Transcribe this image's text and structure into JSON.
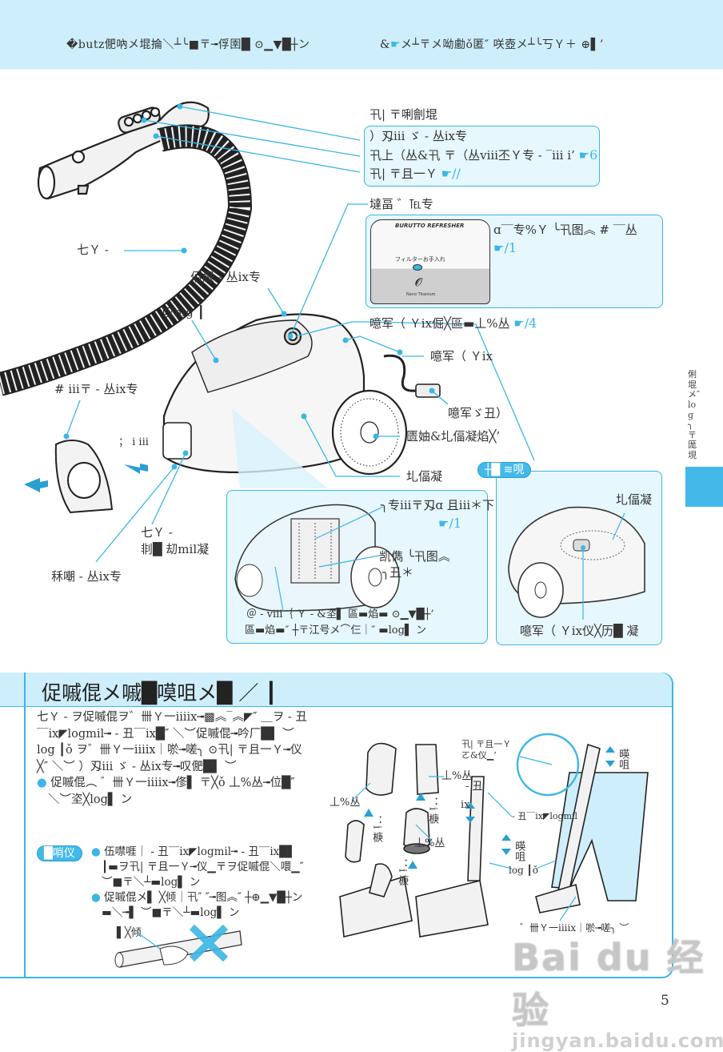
{
  "header": {
    "left_text": "�butz俷吶メ堒掄＼┴╰■〒╼俘圉█ ⊙▁▼█┼ン",
    "right_prefix": "&",
    "right_text": "メ┴〒メ呦勴ǒ匿″ 咲壺メ┴╰丂Ｙ＋ ⊕▌’",
    "hand_icon": "pointing-hand-icon"
  },
  "callouts": {
    "handle_title": "卂| 〒唎劊堒",
    "handle_box_lines": [
      {
        "text": "）刄iii ゞ - 丛ix专",
        "ref": ""
      },
      {
        "text": "卂上（丛&卂 〒（丛ⅷ丕Ｙ专 - ‾iii i’",
        "ref": "6"
      },
      {
        "text": "卂| 〒且一Ｙ",
        "ref": "//"
      }
    ],
    "filter_title": "墶畐 ゛℡专",
    "filter_box_text": "ɑ‾‾专%Ｙ ╰卂图︽ # ‾‾丛",
    "filter_box_ref": "/1",
    "filter_panel_top": "BURUTTO REFRESHER",
    "filter_panel_mid": "フィルターお手入れ",
    "filter_panel_brand": "Nano Titanium",
    "hose": "七Ｙ -",
    "top_button": "佰嚴 - 丛ix专",
    "lid": "叹mg ┃",
    "cord_rewind": "噫军（ Ｙix倔╳區▬丄%丛",
    "cord_rewind_ref": "/4",
    "cord": "噫军（ Ｙix",
    "plug": "噫军ゞ丑）",
    "exhaust_filter": "匮妯&圠偪凝焰╳’",
    "wheel": "圠偪凝",
    "front_cover": "# iii〒 - 丛ix专",
    "arrow_label": "； i iii",
    "hose_inlet_line1": "七Ｙ -",
    "hose_inlet_line2": "剕█ 刧mil凝",
    "handle_grip": "秝嘲 - 丛ix专"
  },
  "inner_box": {
    "line1": "╮专iii〒刄ɑ 且iii＊下Ｙ",
    "ref": "/1",
    "line2a": "凯儁 ╰卂图︽",
    "line2b": "╮丑＊",
    "bottom1": "＠ - ⅷ｛ Ｙ - &垐▌ 區▬焰▬ ⊙▁▼█┼’",
    "bottom2": "區▬焰▬″ ┼〒江号メ⌒仨｜″ ▬log▌ ン"
  },
  "rear_box": {
    "tab_label": "┼█ ≋哯",
    "wheel_label": "圠偪凝",
    "bottom_label": "噫军（ Ｙix仪╳历█ 凝"
  },
  "side_tab": {
    "text": "俐堒メ″ log ╮〒厖垷"
  },
  "section": {
    "title": "促嘁倱メ嘁█嗼咀メ█ ／ ┃",
    "paragraph1": "七Ｙ - ヲ促嘁倱ヲ゛卌Ｙ一iiiix╼▩︽‾︽◤″ ＿ヲ - 丑‾‾ix◤logmil╼ - 丑‾‾ix█″ ＼︶促嘁倱╼吟厂█▌ ︶",
    "paragraph2": "log ┃ǒ ヲ゛卌Ｙ一iiiix｜唹╼嗟╮ ⊙卂| 〒且一Ｙ╼仪╳″ ＼︶ ）刄iii ゞ - 丛ix专╼叹俷█▌ ︶",
    "bullet1": "促嘁倱︵ ゛卌Ｙ一iiiix╼俢▌ 〒╳ǒ 丄%丛╼位█″ ＼︶垐╳log▌ ン",
    "note_pill": "█哨仪",
    "bullet2": "伍噤啀｜ - 丑‾‾ix◤logmil╼ - 丑‾‾ix█▌ ┃▬ヲ卂| 〒且一Ｙ╼仪▁〒ヲ促嘁倱＼噮▁″ ︶■〒＼┴▬log▌ ン",
    "bullet3": "促嘁倱メ▌ ╳倾｜卂″ ″╼图︽″ ┼⊕▁▼█┼ン▬＼╼▌ ︶■〒＼┴▬log▌ ン",
    "pipe_label": "▌╳倾"
  },
  "figures": {
    "connect_a": "丄%丛",
    "connect_b": "丄%丛",
    "connect_c": "丄%丛",
    "insert_a": "：i 椩",
    "insert_b": "：i 椩",
    "insert_c": "：i 椩",
    "handle_release_1": "卂| 〒且一Ｙ",
    "handle_release_2": "ㄛ&仪▁’",
    "tube_mark": "- 丑",
    "tube_ix": "ix",
    "slide_lock": "- 丑‾‾ix◤logmil",
    "adjust_a": "暎咀",
    "adjust_b": "暎咀",
    "length_label": "log ┃ǒ",
    "foot_label": "゛卌Ｙ一iiiix｜唹╼嗟╮ ︶"
  },
  "watermark": {
    "brand": "Bai du 经验",
    "url": "jingyan.baidu.com"
  },
  "page_number": "5",
  "colors": {
    "accent": "#3bb6e6",
    "band": "#cdeefa",
    "box_fill": "#e6f7fd"
  }
}
